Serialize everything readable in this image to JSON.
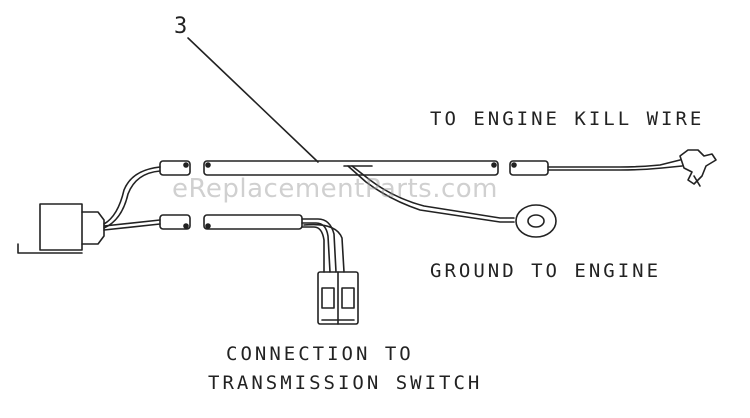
{
  "callout": {
    "number": "3"
  },
  "labels": {
    "engine_kill": "TO ENGINE KILL WIRE",
    "ground": "GROUND TO ENGINE",
    "connection_line1": "CONNECTION TO",
    "connection_line2": "TRANSMISSION SWITCH"
  },
  "watermark": "eReplacementParts.com",
  "colors": {
    "line": "#222222",
    "background": "#ffffff",
    "watermark": "#969696"
  }
}
